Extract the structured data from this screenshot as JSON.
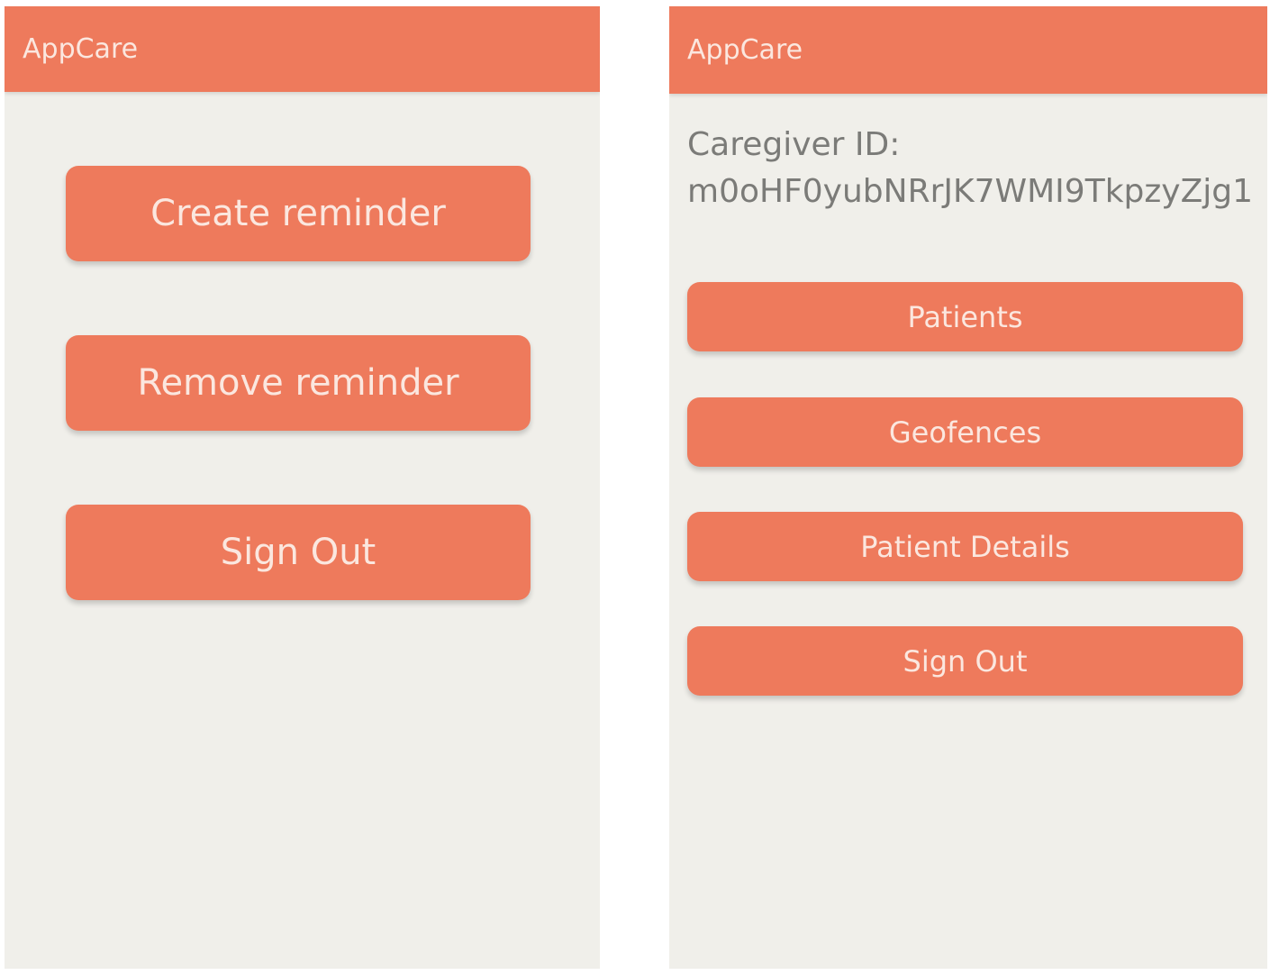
{
  "left_screen": {
    "app_title": "AppCare",
    "buttons": {
      "create_reminder": "Create reminder",
      "remove_reminder": "Remove reminder",
      "sign_out": "Sign Out"
    }
  },
  "right_screen": {
    "app_title": "AppCare",
    "caregiver_label": "Caregiver ID:",
    "caregiver_id": "m0oHF0yubNRrJK7WMI9TkpzyZjg1",
    "buttons": {
      "patients": "Patients",
      "geofences": "Geofences",
      "patient_details": "Patient Details",
      "sign_out": "Sign Out"
    }
  },
  "colors": {
    "accent": "#ee7a5c",
    "background": "#f0efea",
    "text_on_accent": "#fbe7df",
    "secondary_text": "#7b7b78"
  }
}
